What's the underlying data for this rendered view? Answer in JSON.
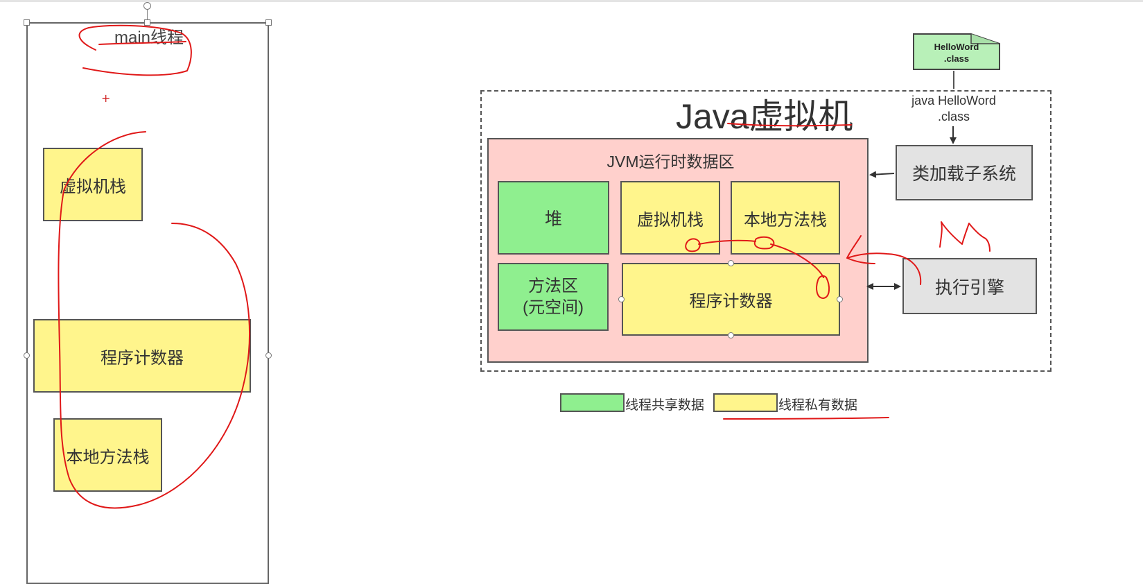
{
  "thread_panel": {
    "title": "main线程",
    "boxes": {
      "vm_stack": "虚拟机栈",
      "program_counter": "程序计数器",
      "native_stack": "本地方法栈"
    }
  },
  "jvm": {
    "title": "Java虚拟机",
    "class_file": {
      "line1": "HelloWord",
      "line2": ".class"
    },
    "command": {
      "line1": "java HelloWord",
      "line2": ".class"
    },
    "runtime_area": {
      "title": "JVM运行时数据区",
      "heap": "堆",
      "method_area": {
        "line1": "方法区",
        "line2": "(元空间)"
      },
      "vm_stack": "虚拟机栈",
      "native_stack": "本地方法栈",
      "program_counter": "程序计数器"
    },
    "class_loader": "类加载子系统",
    "exec_engine": "执行引擎"
  },
  "legend": {
    "shared": "线程共享数据",
    "private": "线程私有数据"
  },
  "colors": {
    "yellow": "#fff58c",
    "green": "#8fef8f",
    "gray": "#e3e3e3",
    "pink": "#ffd0cc",
    "annotation": "#e01818"
  }
}
